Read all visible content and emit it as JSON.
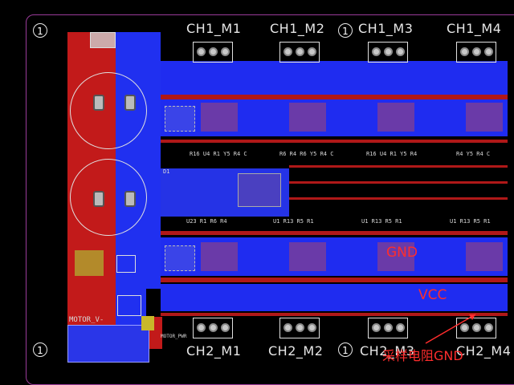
{
  "board": {
    "colors": {
      "background": "#000000",
      "top_copper": "#c21a1a",
      "bottom_copper": "#1f2cf0",
      "silk": "#e6e6e6",
      "annotation": "#ff2d2d"
    }
  },
  "mount_holes": [
    {
      "label": "1"
    },
    {
      "label": "1"
    },
    {
      "label": "1"
    },
    {
      "label": "1"
    }
  ],
  "channels_top": [
    "CH1_M1",
    "CH1_M2",
    "CH1_M3",
    "CH1_M4"
  ],
  "channels_bottom": [
    "CH2_M1",
    "CH2_M2",
    "CH2_M3",
    "CH2_M4"
  ],
  "power_labels": {
    "motor_neg": "MOTOR_V-",
    "motor_pwr": "MOTOR_PWR"
  },
  "annotations": {
    "gnd": "GND",
    "vcc": "VCC",
    "sense_gnd": "采样电阻GND"
  }
}
